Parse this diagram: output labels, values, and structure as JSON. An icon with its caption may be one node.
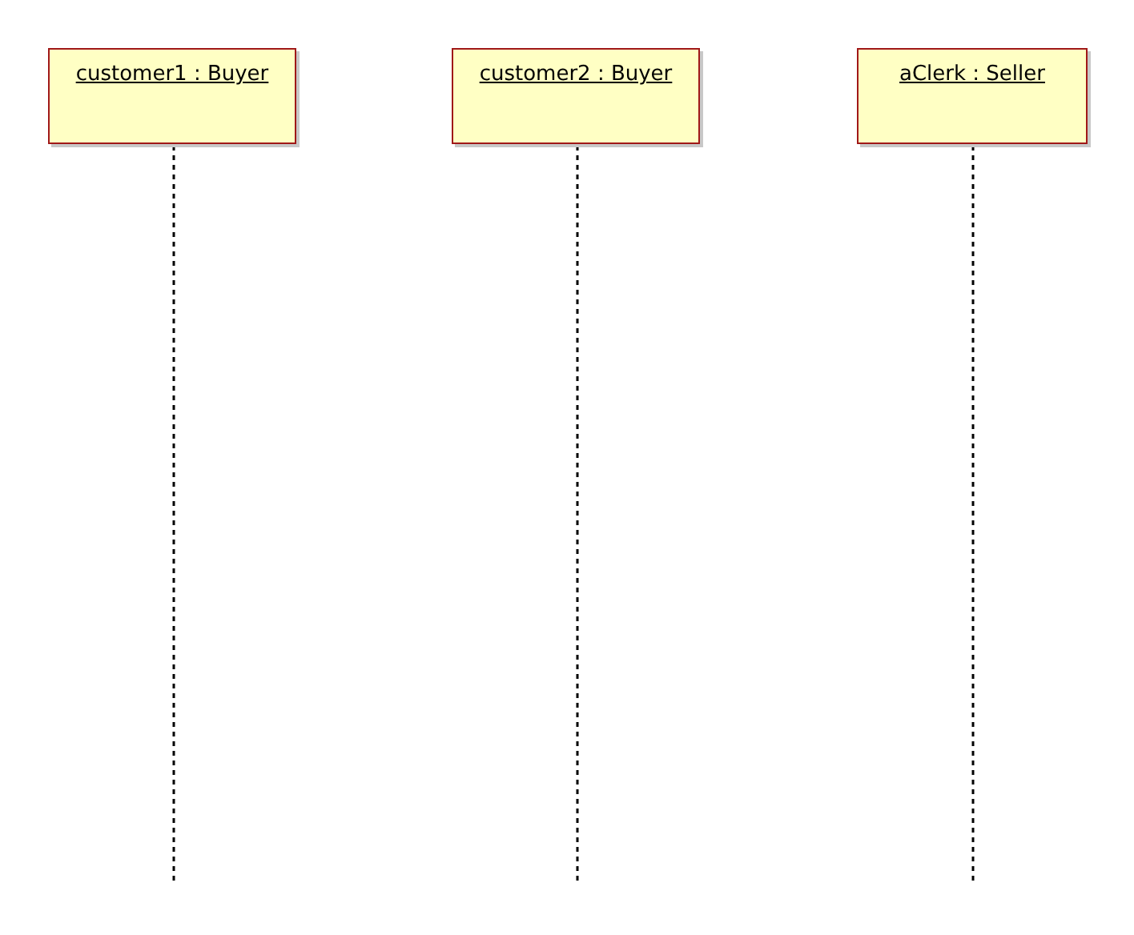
{
  "diagram": {
    "nodes": [
      {
        "text": [
          "customer1 : Buyer"
        ]
      },
      {
        "text": [
          "customer2 : Buyer"
        ]
      },
      {
        "text": [
          "aClerk : Seller"
        ]
      }
    ]
  }
}
